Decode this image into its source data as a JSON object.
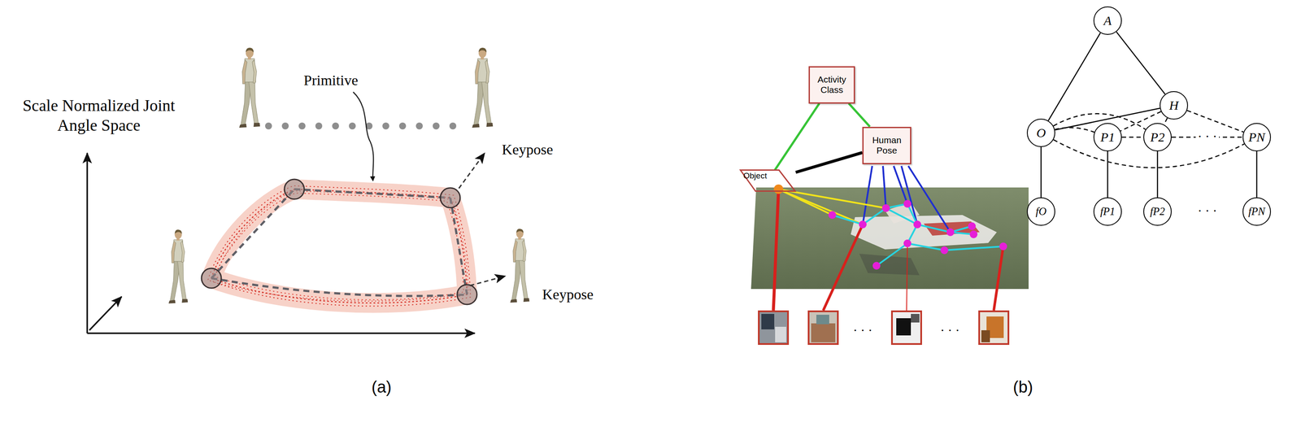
{
  "diagram": {
    "nodes": [
      {
        "text": [
          "Activity Class"
        ]
      },
      {
        "text": [
          "Human Pose"
        ]
      },
      {
        "text": [
          "Object"
        ]
      },
      {
        "text": [
          "A"
        ]
      },
      {
        "text": [
          "H"
        ]
      },
      {
        "text": [
          "O"
        ]
      },
      {
        "text": [
          "fO"
        ]
      },
      {
        "text": [
          "P1"
        ]
      },
      {
        "text": [
          "P2"
        ]
      },
      {
        "text": [
          "PN"
        ]
      },
      {
        "text": [
          "fP1"
        ]
      },
      {
        "text": [
          "fP2"
        ]
      },
      {
        "text": [
          "fPN"
        ]
      }
    ],
    "edges": [
      {
        "from": 0,
        "to": 2,
        "arrow": "none"
      },
      {
        "from": 0,
        "to": 1,
        "arrow": "none"
      },
      {
        "from": 1,
        "to": 2,
        "arrow": "none"
      },
      {
        "from": 3,
        "to": 5,
        "arrow": "none"
      },
      {
        "from": 3,
        "to": 4,
        "arrow": "none"
      },
      {
        "from": 5,
        "to": 4,
        "arrow": "none"
      },
      {
        "from": 5,
        "to": 6,
        "arrow": "none"
      },
      {
        "from": 4,
        "to": 7,
        "arrow": "none"
      },
      {
        "from": 4,
        "to": 8,
        "arrow": "none"
      },
      {
        "from": 4,
        "to": 9,
        "arrow": "none"
      },
      {
        "from": 5,
        "to": 7,
        "arrow": "none"
      },
      {
        "from": 5,
        "to": 8,
        "arrow": "none"
      },
      {
        "from": 5,
        "to": 9,
        "arrow": "none"
      },
      {
        "from": 7,
        "to": 8,
        "arrow": "none"
      },
      {
        "from": 8,
        "to": 9,
        "arrow": "none"
      },
      {
        "from": 7,
        "to": 10,
        "arrow": "none"
      },
      {
        "from": 8,
        "to": 11,
        "arrow": "none"
      },
      {
        "from": 9,
        "to": 12,
        "arrow": "none"
      }
    ],
    "labels": [
      "Scale Normalized Joint Angle Space",
      "Primitive",
      "Keypose",
      "Keypose",
      "(a)",
      "(b)",
      "· · ·",
      "· · ·",
      "· · ·",
      "· · ·"
    ]
  }
}
